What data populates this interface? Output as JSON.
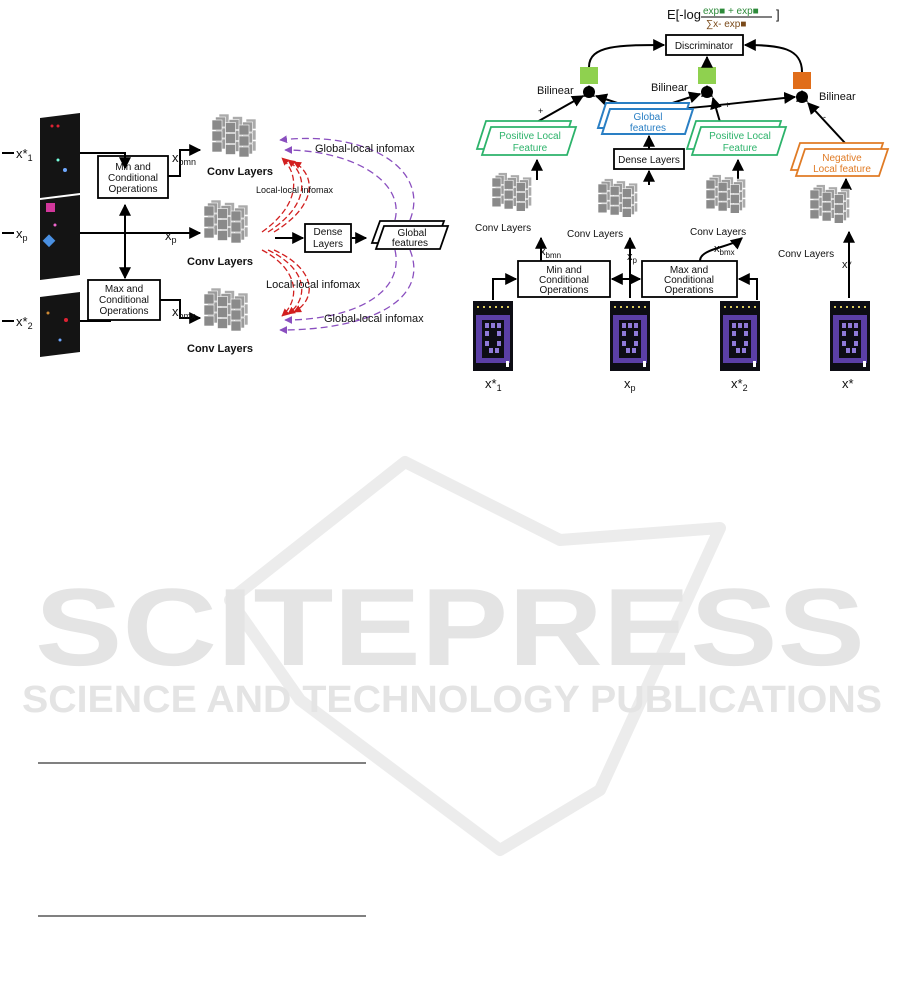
{
  "watermark": {
    "name": "SCITEPRESS",
    "tagline": "SCIENCE AND TECHNOLOGY PUBLICATIONS"
  },
  "left_diagram": {
    "inputs": [
      "x*1",
      "xp",
      "x*2"
    ],
    "min_box": [
      "Min and",
      "Conditional",
      "Operations"
    ],
    "max_box": [
      "Max and",
      "Conditional",
      "Operations"
    ],
    "x_bmn": "x",
    "x_bmn_sub": "bmn",
    "x_p": "x",
    "x_p_sub": "p",
    "x_bmx": "x",
    "x_bmx_sub": "bmx",
    "conv_label": "Conv Layers",
    "dense_box": [
      "Dense",
      "Layers"
    ],
    "global_box": [
      "Global",
      "features"
    ],
    "global_local_top": "Global-local infomax",
    "local_local_top": "Local-local infomax",
    "local_local_bottom": "Local-local infomax",
    "global_local_bottom": "Global-local infomax"
  },
  "right_diagram": {
    "objective": {
      "prefix": "E[-log",
      "numerator": "exp■ + exp■",
      "denominator": "∑x- exp■",
      "suffix": "]"
    },
    "discriminator": "Discriminator",
    "bilinear": "Bilinear",
    "plus": "+",
    "minus": "-",
    "positive_feature": [
      "Positive Local",
      "Feature"
    ],
    "global_features": [
      "Global",
      "features"
    ],
    "negative_feature": [
      "Negative",
      "Local feature"
    ],
    "dense_layers": "Dense Layers",
    "conv_layers": "Conv Layers",
    "min_box": [
      "Min and",
      "Conditional",
      "Operations"
    ],
    "max_box": [
      "Max and",
      "Conditional",
      "Operations"
    ],
    "x_bmn": "x",
    "x_bmn_sub": "bmn",
    "x_p": "x",
    "x_p_sub": "p",
    "x_bmx": "x",
    "x_bmx_sub": "bmx",
    "x_neg": "x*",
    "bottom_labels": [
      {
        "base": "x*",
        "sub": "1"
      },
      {
        "base": "x",
        "sub": "p"
      },
      {
        "base": "x*",
        "sub": "2"
      },
      {
        "base": "x*",
        "sub": ""
      }
    ]
  },
  "colors": {
    "green": "#2db36b",
    "green_fill": "#8fd14f",
    "blue": "#2a7fc4",
    "orange": "#e07b25",
    "orange_fill": "#e06d1a",
    "red_dash": "#d21f1f",
    "purple_dash": "#8a4fbf",
    "game_purple": "#5b3fa6"
  }
}
